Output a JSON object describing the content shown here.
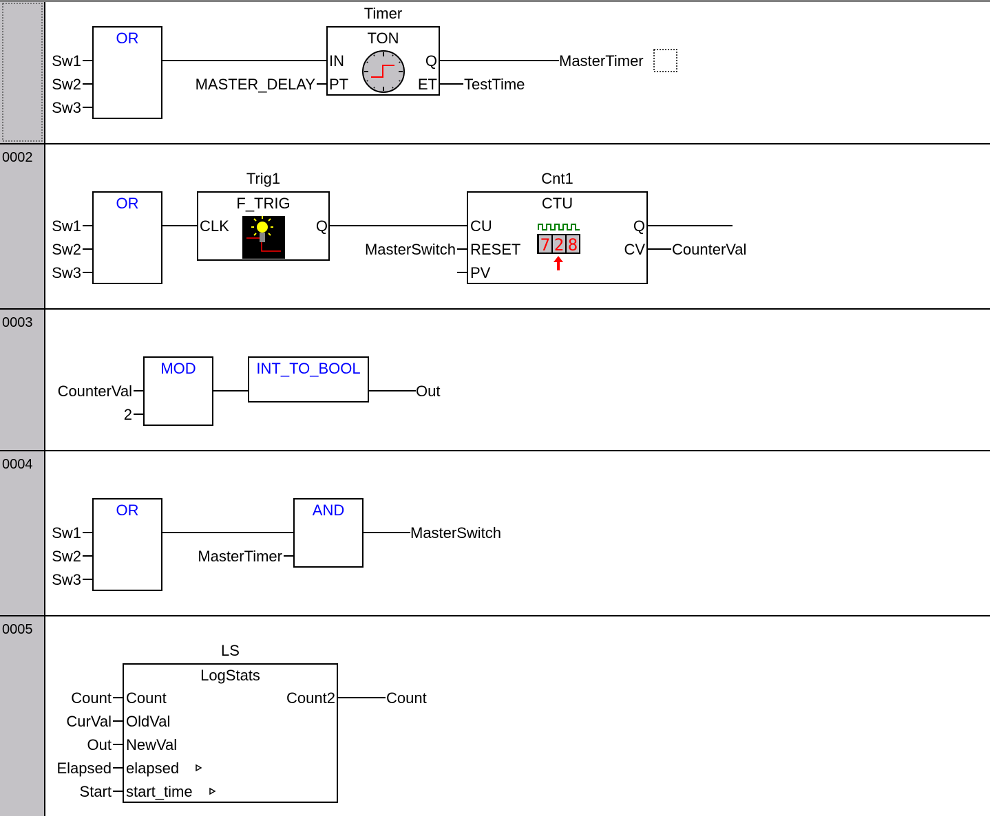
{
  "editor": {
    "language": "Function Block Diagram",
    "gutter_color": "#c4c2c6",
    "instance_color": "#0000ff"
  },
  "networks": [
    {
      "number": "",
      "selected": true,
      "blocks": [
        {
          "id": "or1",
          "type": "OR",
          "instance": "",
          "std": true,
          "inputs": [
            {
              "pin": "",
              "var": "Sw1"
            },
            {
              "pin": "",
              "var": "Sw2"
            },
            {
              "pin": "",
              "var": "Sw3"
            }
          ],
          "outputs": [
            {
              "pin": "",
              "var": ""
            }
          ]
        },
        {
          "id": "ton",
          "type": "TON",
          "instance": "Timer",
          "std": false,
          "icon": "clock-icon",
          "inputs": [
            {
              "pin": "IN",
              "var": ""
            },
            {
              "pin": "PT",
              "var": "MASTER_DELAY"
            }
          ],
          "outputs": [
            {
              "pin": "Q",
              "var": "MasterTimer"
            },
            {
              "pin": "ET",
              "var": "TestTime"
            }
          ]
        }
      ]
    },
    {
      "number": "0002",
      "selected": false,
      "blocks": [
        {
          "id": "or2",
          "type": "OR",
          "instance": "",
          "std": true,
          "inputs": [
            {
              "pin": "",
              "var": "Sw1"
            },
            {
              "pin": "",
              "var": "Sw2"
            },
            {
              "pin": "",
              "var": "Sw3"
            }
          ],
          "outputs": [
            {
              "pin": "",
              "var": ""
            }
          ]
        },
        {
          "id": "ftrig",
          "type": "F_TRIG",
          "instance": "Trig1",
          "std": false,
          "icon": "falling-edge-bulb-icon",
          "inputs": [
            {
              "pin": "CLK",
              "var": ""
            }
          ],
          "outputs": [
            {
              "pin": "Q",
              "var": ""
            }
          ]
        },
        {
          "id": "ctu",
          "type": "CTU",
          "instance": "Cnt1",
          "std": false,
          "icon": "counter-display-icon",
          "counter_display": "728",
          "inputs": [
            {
              "pin": "CU",
              "var": ""
            },
            {
              "pin": "RESET",
              "var": "MasterSwitch"
            },
            {
              "pin": "PV",
              "var": ""
            }
          ],
          "outputs": [
            {
              "pin": "Q",
              "var": ""
            },
            {
              "pin": "CV",
              "var": "CounterVal"
            }
          ]
        }
      ]
    },
    {
      "number": "0003",
      "selected": false,
      "blocks": [
        {
          "id": "mod",
          "type": "MOD",
          "instance": "",
          "std": true,
          "inputs": [
            {
              "pin": "",
              "var": "CounterVal"
            },
            {
              "pin": "",
              "var": "2"
            }
          ],
          "outputs": [
            {
              "pin": "",
              "var": ""
            }
          ]
        },
        {
          "id": "itb",
          "type": "INT_TO_BOOL",
          "instance": "",
          "std": true,
          "inputs": [
            {
              "pin": "",
              "var": ""
            }
          ],
          "outputs": [
            {
              "pin": "",
              "var": "Out"
            }
          ]
        }
      ]
    },
    {
      "number": "0004",
      "selected": false,
      "blocks": [
        {
          "id": "or4",
          "type": "OR",
          "instance": "",
          "std": true,
          "inputs": [
            {
              "pin": "",
              "var": "Sw1"
            },
            {
              "pin": "",
              "var": "Sw2"
            },
            {
              "pin": "",
              "var": "Sw3"
            }
          ],
          "outputs": [
            {
              "pin": "",
              "var": ""
            }
          ]
        },
        {
          "id": "and",
          "type": "AND",
          "instance": "",
          "std": true,
          "inputs": [
            {
              "pin": "",
              "var": ""
            },
            {
              "pin": "",
              "var": "MasterTimer"
            }
          ],
          "outputs": [
            {
              "pin": "",
              "var": "MasterSwitch"
            }
          ]
        }
      ]
    },
    {
      "number": "0005",
      "selected": false,
      "blocks": [
        {
          "id": "ls",
          "type": "LogStats",
          "instance": "LS",
          "std": false,
          "inputs": [
            {
              "pin": "Count",
              "var": "Count"
            },
            {
              "pin": "OldVal",
              "var": "CurVal"
            },
            {
              "pin": "NewVal",
              "var": "Out"
            },
            {
              "pin": "elapsed",
              "var": "Elapsed",
              "inout": true
            },
            {
              "pin": "start_time",
              "var": "Start",
              "inout": true
            }
          ],
          "outputs": [
            {
              "pin": "Count2",
              "var": "Count"
            }
          ]
        }
      ]
    }
  ]
}
